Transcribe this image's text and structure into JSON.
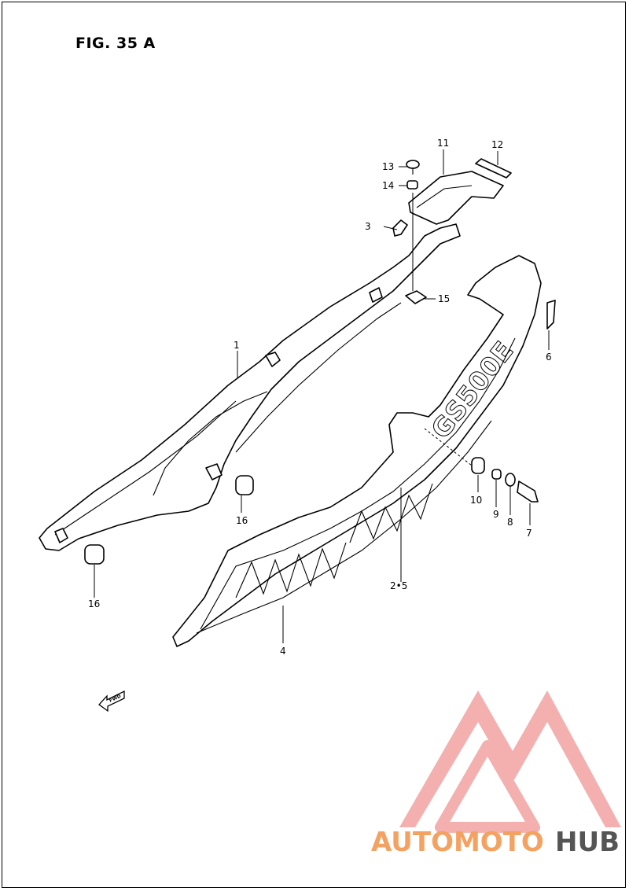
{
  "figure": {
    "title": "FIG. 35 A"
  },
  "callouts": [
    {
      "id": "1",
      "label": "1"
    },
    {
      "id": "2-5",
      "label": "2•5"
    },
    {
      "id": "3",
      "label": "3"
    },
    {
      "id": "4",
      "label": "4"
    },
    {
      "id": "6",
      "label": "6"
    },
    {
      "id": "7",
      "label": "7"
    },
    {
      "id": "8",
      "label": "8"
    },
    {
      "id": "9",
      "label": "9"
    },
    {
      "id": "10",
      "label": "10"
    },
    {
      "id": "11",
      "label": "11"
    },
    {
      "id": "12",
      "label": "12"
    },
    {
      "id": "13",
      "label": "13"
    },
    {
      "id": "14",
      "label": "14"
    },
    {
      "id": "15",
      "label": "15"
    },
    {
      "id": "16a",
      "label": "16"
    },
    {
      "id": "16b",
      "label": "16"
    }
  ],
  "decal_text": "GS500E",
  "direction_marker": {
    "label": "FWD"
  },
  "watermark": {
    "part1": "AUTOMOTO",
    "part2": "HUB",
    "colors": {
      "primary": "#f4a261",
      "accent": "#e85d5d",
      "dark": "#444444"
    }
  }
}
